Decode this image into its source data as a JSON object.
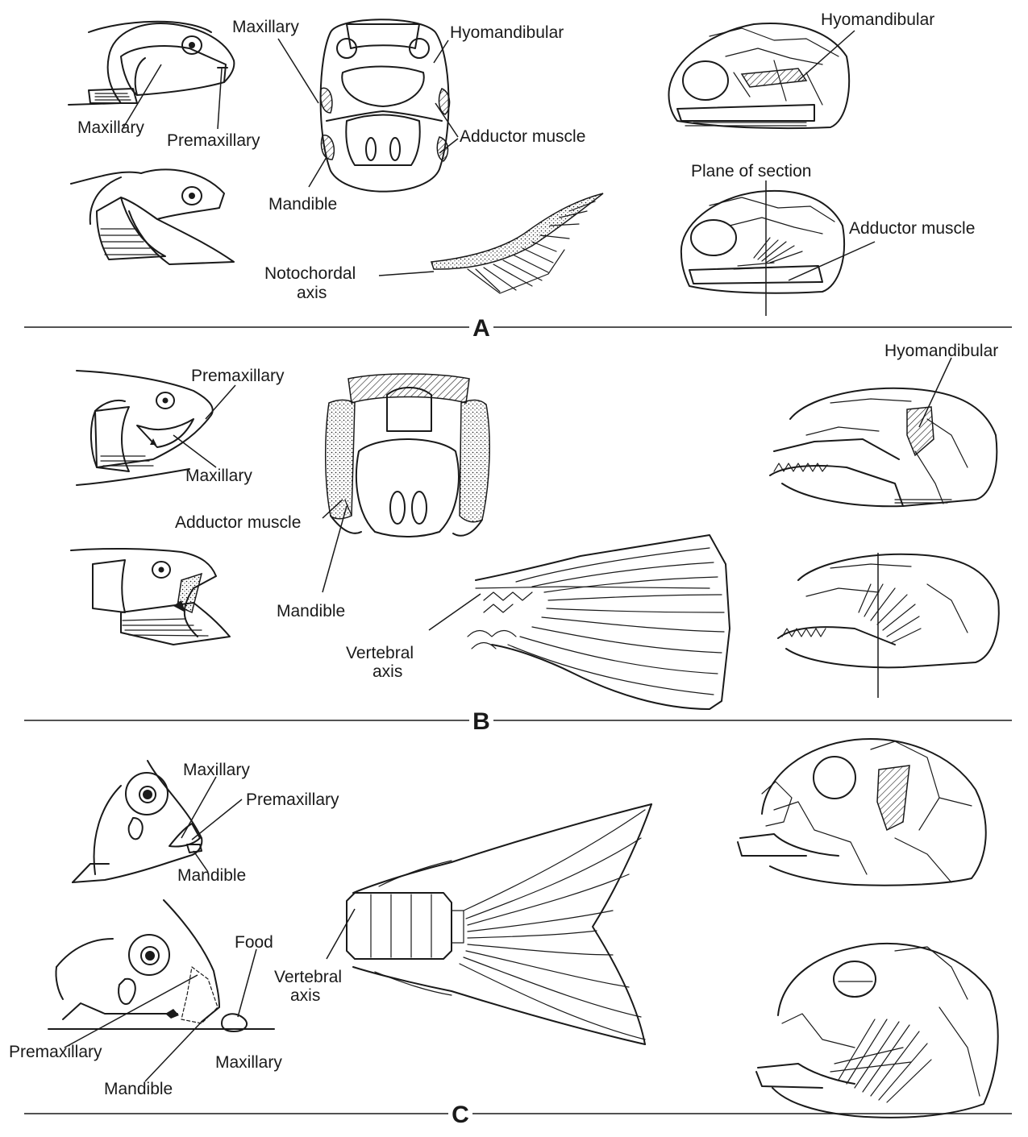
{
  "sections": [
    {
      "letter": "A",
      "labels": {
        "maxillary_top": "Maxillary",
        "maxillary_side": "Maxillary",
        "premaxillary": "Premaxillary",
        "hyomandibular_section": "Hyomandibular",
        "adductor_section": "Adductor muscle",
        "mandible": "Mandible",
        "notochordal_axis": [
          "Notochordal",
          "axis"
        ],
        "hyomandibular_skull": "Hyomandibular",
        "plane_of_section": "Plane of section",
        "adductor_skull": "Adductor muscle"
      }
    },
    {
      "letter": "B",
      "labels": {
        "premaxillary": "Premaxillary",
        "maxillary": "Maxillary",
        "adductor": "Adductor muscle",
        "mandible": "Mandible",
        "vertebral_axis": [
          "Vertebral",
          "axis"
        ],
        "hyomandibular": "Hyomandibular"
      }
    },
    {
      "letter": "C",
      "labels": {
        "maxillary_top": "Maxillary",
        "premaxillary_top": "Premaxillary",
        "mandible_top": "Mandible",
        "food": "Food",
        "vertebral_axis": [
          "Vertebral",
          "axis"
        ],
        "premaxillary_bottom": "Premaxillary",
        "mandible_bottom": "Mandible",
        "maxillary_bottom": "Maxillary"
      }
    }
  ]
}
